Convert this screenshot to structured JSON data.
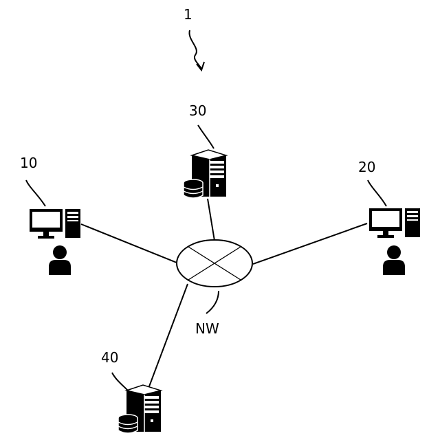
{
  "diagram": {
    "system_ref": "1",
    "network_label": "NW",
    "nodes": [
      {
        "ref": "10",
        "kind": "terminal",
        "icon": "desktop-computer-icon"
      },
      {
        "ref": "20",
        "kind": "terminal",
        "icon": "desktop-computer-icon"
      },
      {
        "ref": "30",
        "kind": "server",
        "icon": "server-database-icon"
      },
      {
        "ref": "40",
        "kind": "server",
        "icon": "server-database-icon"
      }
    ],
    "links": [
      [
        "10",
        "NW"
      ],
      [
        "20",
        "NW"
      ],
      [
        "30",
        "NW"
      ],
      [
        "40",
        "NW"
      ]
    ]
  }
}
